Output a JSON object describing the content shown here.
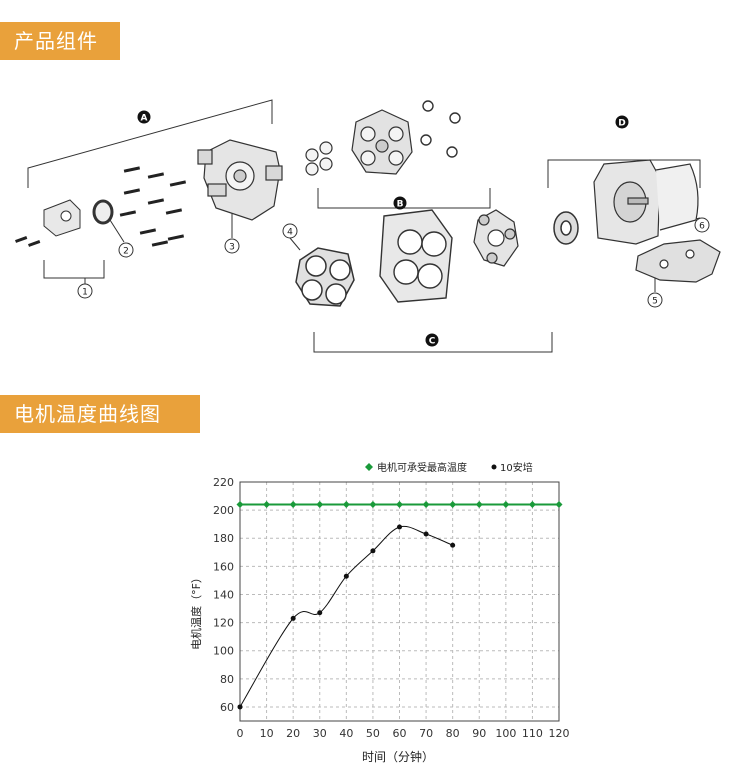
{
  "sections": {
    "components_title": "产品组件",
    "curve_title": "电机温度曲线图"
  },
  "diagram": {
    "group_labels": [
      "A",
      "B",
      "C",
      "D"
    ],
    "part_numbers": [
      "1",
      "2",
      "3",
      "4",
      "5",
      "6"
    ]
  },
  "chart_data": {
    "type": "line",
    "xlabel": "时间（分钟）",
    "ylabel": "电机温度（°F）",
    "x_ticks": [
      0,
      10,
      20,
      30,
      40,
      50,
      60,
      70,
      80,
      90,
      100,
      110,
      120
    ],
    "y_ticks": [
      60,
      80,
      100,
      120,
      140,
      160,
      180,
      200,
      220
    ],
    "xlim": [
      0,
      120
    ],
    "ylim": [
      50,
      220
    ],
    "grid": true,
    "legend_position": "top",
    "series": [
      {
        "name": "电机可承受最高温度",
        "color": "#1a9a3a",
        "marker": "diamond",
        "x": [
          0,
          10,
          20,
          30,
          40,
          50,
          60,
          70,
          80,
          90,
          100,
          110,
          120
        ],
        "y": [
          204,
          204,
          204,
          204,
          204,
          204,
          204,
          204,
          204,
          204,
          204,
          204,
          204
        ]
      },
      {
        "name": "10安培",
        "color": "#111111",
        "marker": "circle",
        "x": [
          0,
          20,
          30,
          40,
          50,
          60,
          70,
          80
        ],
        "y": [
          60,
          123,
          127,
          153,
          171,
          188,
          183,
          175
        ]
      }
    ]
  }
}
